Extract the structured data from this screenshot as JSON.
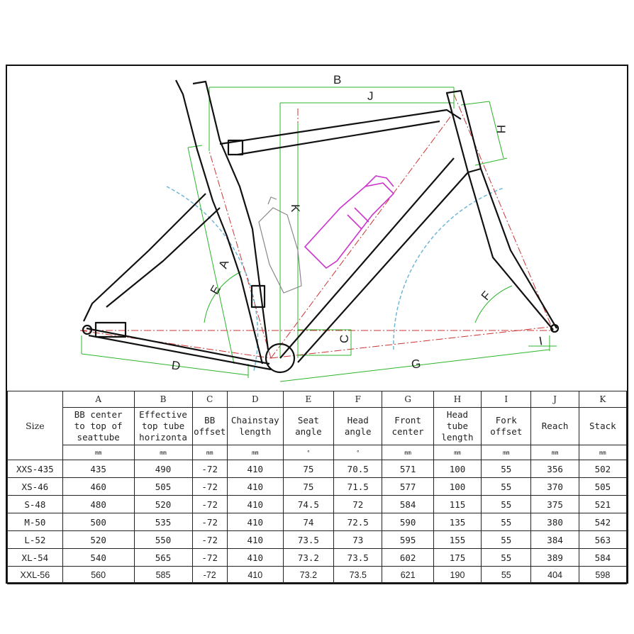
{
  "colors": {
    "dimension_lines": "#2bb52b",
    "axis_lines": "#cc3333",
    "wheel_arcs": "#6fb7d6",
    "bottle": "#cc33cc",
    "frame": "#111111"
  },
  "diagram": {
    "dimension_letters": [
      "B",
      "J",
      "H",
      "K",
      "A",
      "E",
      "F",
      "C",
      "D",
      "G",
      "I"
    ]
  },
  "table": {
    "size_header": "Size",
    "columns": [
      {
        "letter": "A",
        "label": [
          "BB center",
          "to top of",
          "seattube"
        ],
        "unit": "mm"
      },
      {
        "letter": "B",
        "label": [
          "Effective",
          "top tube",
          "horizonta"
        ],
        "unit": "mm"
      },
      {
        "letter": "C",
        "label": [
          "BB",
          "offset"
        ],
        "unit": "mm"
      },
      {
        "letter": "D",
        "label": [
          "Chainstay",
          "length"
        ],
        "unit": "mm"
      },
      {
        "letter": "E",
        "label": [
          "Seat",
          "angle"
        ],
        "unit": "°"
      },
      {
        "letter": "F",
        "label": [
          "Head",
          "angle"
        ],
        "unit": "°"
      },
      {
        "letter": "G",
        "label": [
          "Front",
          "center"
        ],
        "unit": "mm"
      },
      {
        "letter": "H",
        "label": [
          "Head",
          "tube",
          "length"
        ],
        "unit": "mm"
      },
      {
        "letter": "I",
        "label": [
          "Fork",
          "offset"
        ],
        "unit": "mm"
      },
      {
        "letter": "J",
        "label": [
          "Reach"
        ],
        "unit": "mm"
      },
      {
        "letter": "K",
        "label": [
          "Stack"
        ],
        "unit": "mm"
      }
    ],
    "rows": [
      {
        "size": "XXS-435",
        "values": [
          "435",
          "490",
          "-72",
          "410",
          "75",
          "70.5",
          "571",
          "100",
          "55",
          "356",
          "502"
        ]
      },
      {
        "size": "XS-46",
        "values": [
          "460",
          "505",
          "-72",
          "410",
          "75",
          "71.5",
          "577",
          "100",
          "55",
          "370",
          "505"
        ]
      },
      {
        "size": "S-48",
        "values": [
          "480",
          "520",
          "-72",
          "410",
          "74.5",
          "72",
          "584",
          "115",
          "55",
          "375",
          "521"
        ]
      },
      {
        "size": "M-50",
        "values": [
          "500",
          "535",
          "-72",
          "410",
          "74",
          "72.5",
          "590",
          "135",
          "55",
          "380",
          "542"
        ]
      },
      {
        "size": "L-52",
        "values": [
          "520",
          "550",
          "-72",
          "410",
          "73.5",
          "73",
          "595",
          "155",
          "55",
          "384",
          "563"
        ]
      },
      {
        "size": "XL-54",
        "values": [
          "540",
          "565",
          "-72",
          "410",
          "73.2",
          "73.5",
          "602",
          "175",
          "55",
          "389",
          "584"
        ]
      },
      {
        "size": "XXL-56",
        "values": [
          "560",
          "585",
          "-72",
          "410",
          "73.2",
          "73.5",
          "621",
          "190",
          "55",
          "404",
          "598"
        ]
      }
    ]
  }
}
